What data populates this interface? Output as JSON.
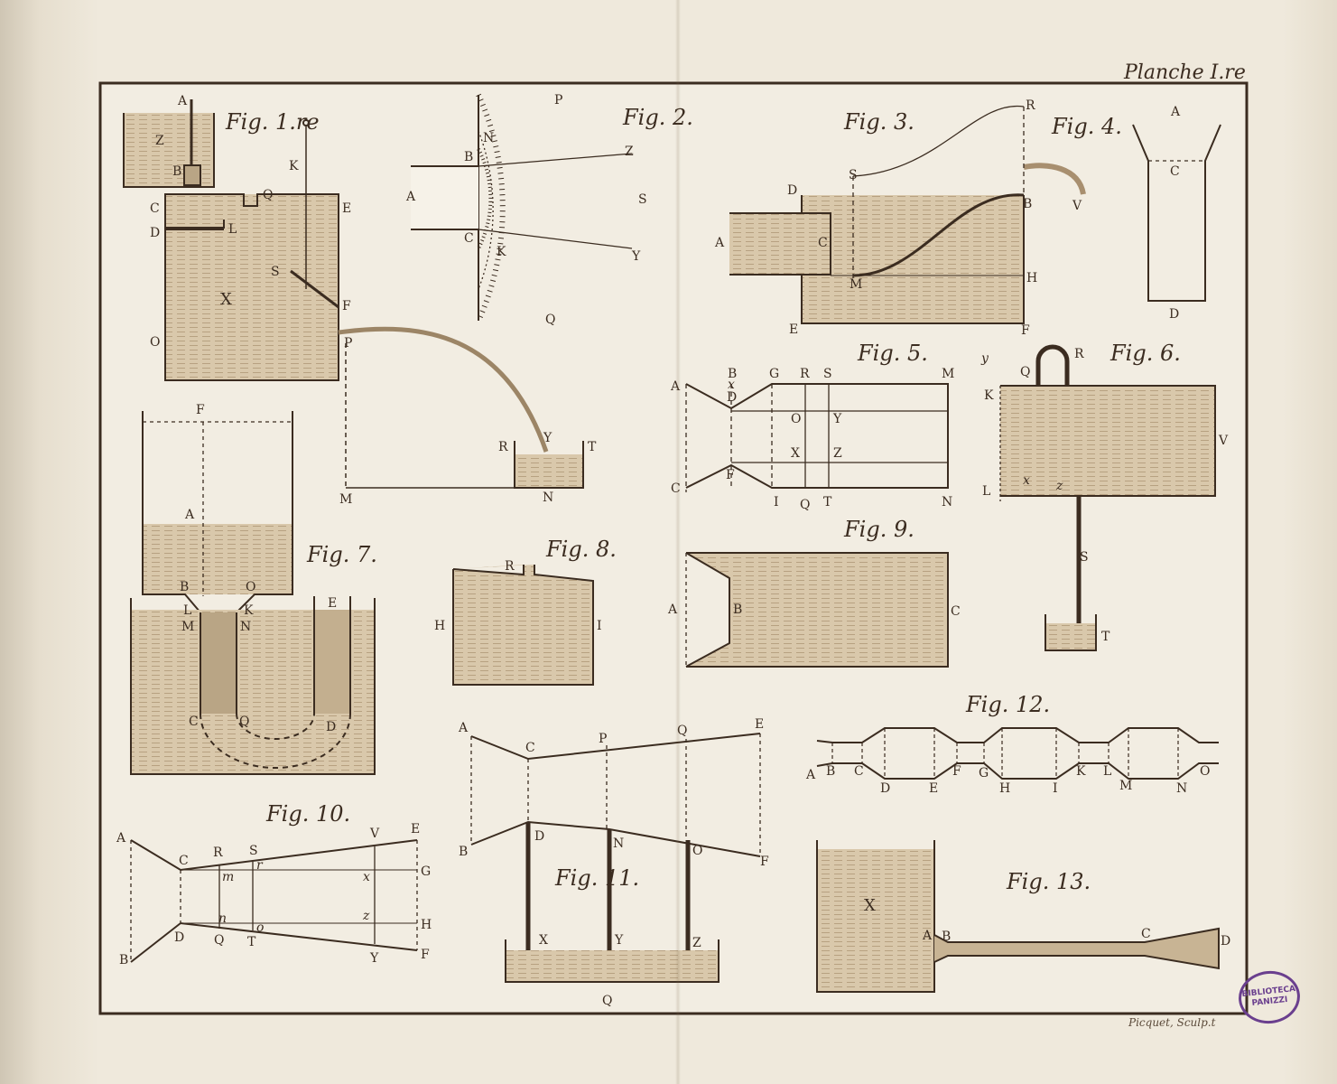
{
  "plate_title": "Planche I.re",
  "engraver": "Picquet, Sculp.t",
  "stamp": {
    "line1": "BIBLIOTECA",
    "line2": "PANIZZI",
    "color": "#6a3f8e"
  },
  "ink_color": "#3b2c20",
  "water_color": "#cdb99c",
  "figures": {
    "fig1": {
      "title": "Fig. 1.re",
      "labels": [
        "A",
        "Z",
        "B",
        "C",
        "Q",
        "E",
        "D",
        "L",
        "K",
        "S",
        "X",
        "F",
        "O",
        "P",
        "R",
        "Y",
        "T",
        "M",
        "N"
      ]
    },
    "fig2": {
      "title": "Fig. 2.",
      "labels": [
        "P",
        "N",
        "Z",
        "B",
        "A",
        "S",
        "C",
        "K",
        "Y",
        "Q"
      ]
    },
    "fig3": {
      "title": "Fig. 3.",
      "labels": [
        "R",
        "S",
        "D",
        "B",
        "V",
        "A",
        "C",
        "M",
        "H",
        "E",
        "F"
      ]
    },
    "fig4": {
      "title": "Fig. 4.",
      "labels": [
        "A",
        "C",
        "D"
      ]
    },
    "fig5": {
      "title": "Fig. 5.",
      "labels": [
        "B",
        "G",
        "R",
        "S",
        "M",
        "A",
        "x",
        "D",
        "O",
        "Y",
        "X",
        "Z",
        "C",
        "F",
        "I",
        "Q",
        "T",
        "N"
      ]
    },
    "fig6": {
      "title": "Fig. 6.",
      "labels": [
        "y",
        "Q",
        "R",
        "K",
        "V",
        "L",
        "x",
        "z",
        "S",
        "T"
      ]
    },
    "fig7": {
      "title": "Fig. 7.",
      "labels": [
        "F",
        "A",
        "B",
        "O",
        "L",
        "K",
        "M",
        "N",
        "E",
        "C",
        "Q",
        "D"
      ]
    },
    "fig8": {
      "title": "Fig. 8.",
      "labels": [
        "R",
        "H",
        "I"
      ]
    },
    "fig9": {
      "title": "Fig. 9.",
      "labels": [
        "A",
        "B",
        "C"
      ]
    },
    "fig10": {
      "title": "Fig. 10.",
      "labels": [
        "A",
        "C",
        "R",
        "S",
        "V",
        "E",
        "r",
        "m",
        "x",
        "G",
        "n",
        "o",
        "z",
        "H",
        "B",
        "D",
        "Q",
        "T",
        "Y",
        "F"
      ]
    },
    "fig11": {
      "title": "Fig. 11.",
      "labels": [
        "A",
        "C",
        "P",
        "Q",
        "E",
        "B",
        "D",
        "N",
        "O",
        "F",
        "X",
        "Y",
        "Z",
        "Q"
      ]
    },
    "fig12": {
      "title": "Fig. 12.",
      "labels": [
        "A",
        "B",
        "C",
        "D",
        "E",
        "F",
        "G",
        "H",
        "I",
        "K",
        "L",
        "M",
        "N",
        "O"
      ]
    },
    "fig13": {
      "title": "Fig. 13.",
      "labels": [
        "X",
        "A",
        "B",
        "C",
        "D"
      ]
    }
  }
}
